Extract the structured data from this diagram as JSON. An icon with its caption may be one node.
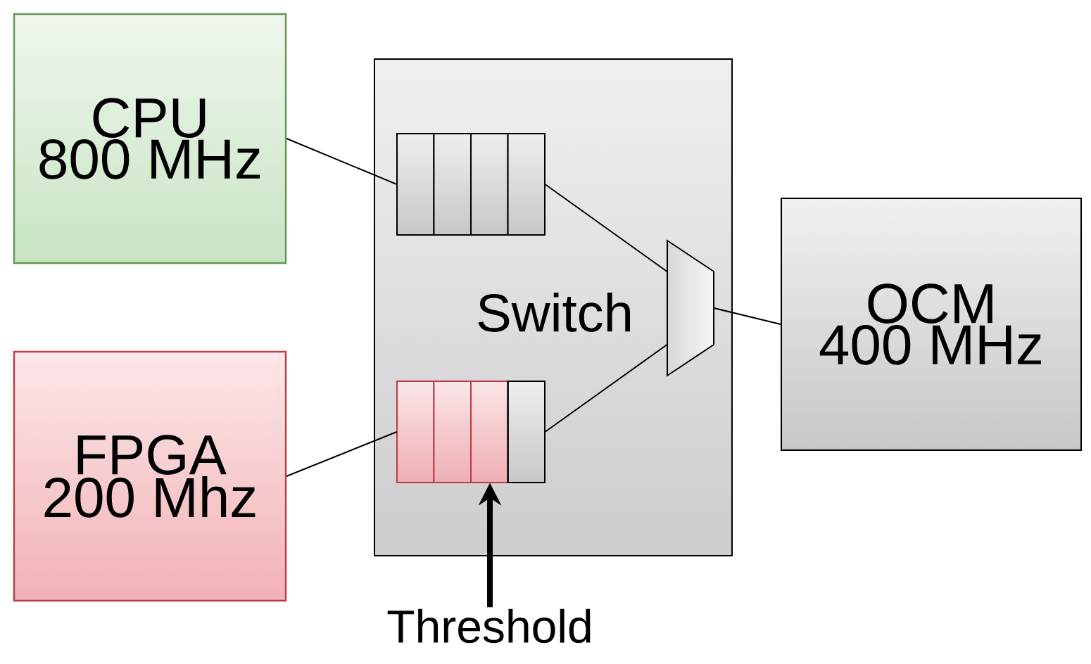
{
  "diagram": {
    "nodes": [
      {
        "text": [
          "CPU 800 MHz"
        ]
      },
      {
        "text": [
          "FPGA 200 Mhz"
        ]
      },
      {
        "text": [
          "Switch"
        ]
      },
      {
        "text": [],
        "shape": "box",
        "in": 2
      },
      {
        "text": [],
        "shape": "box",
        "in": 2
      },
      {
        "text": [],
        "shape": "trapezoid",
        "in": 2
      },
      {
        "text": [
          "OCM 400 MHz"
        ]
      },
      {
        "text": [
          "Threshold"
        ]
      }
    ],
    "edges": [
      {
        "from": 0,
        "to": 3,
        "arrow": "none"
      },
      {
        "from": 1,
        "to": 4,
        "arrow": "none"
      },
      {
        "from": 3,
        "to": 5,
        "arrow": "none"
      },
      {
        "from": 4,
        "to": 5,
        "arrow": "none"
      },
      {
        "from": 5,
        "to": 6,
        "arrow": "none"
      },
      {
        "from": 7,
        "to": 4,
        "arrow": "to",
        "style": "thick"
      }
    ]
  }
}
